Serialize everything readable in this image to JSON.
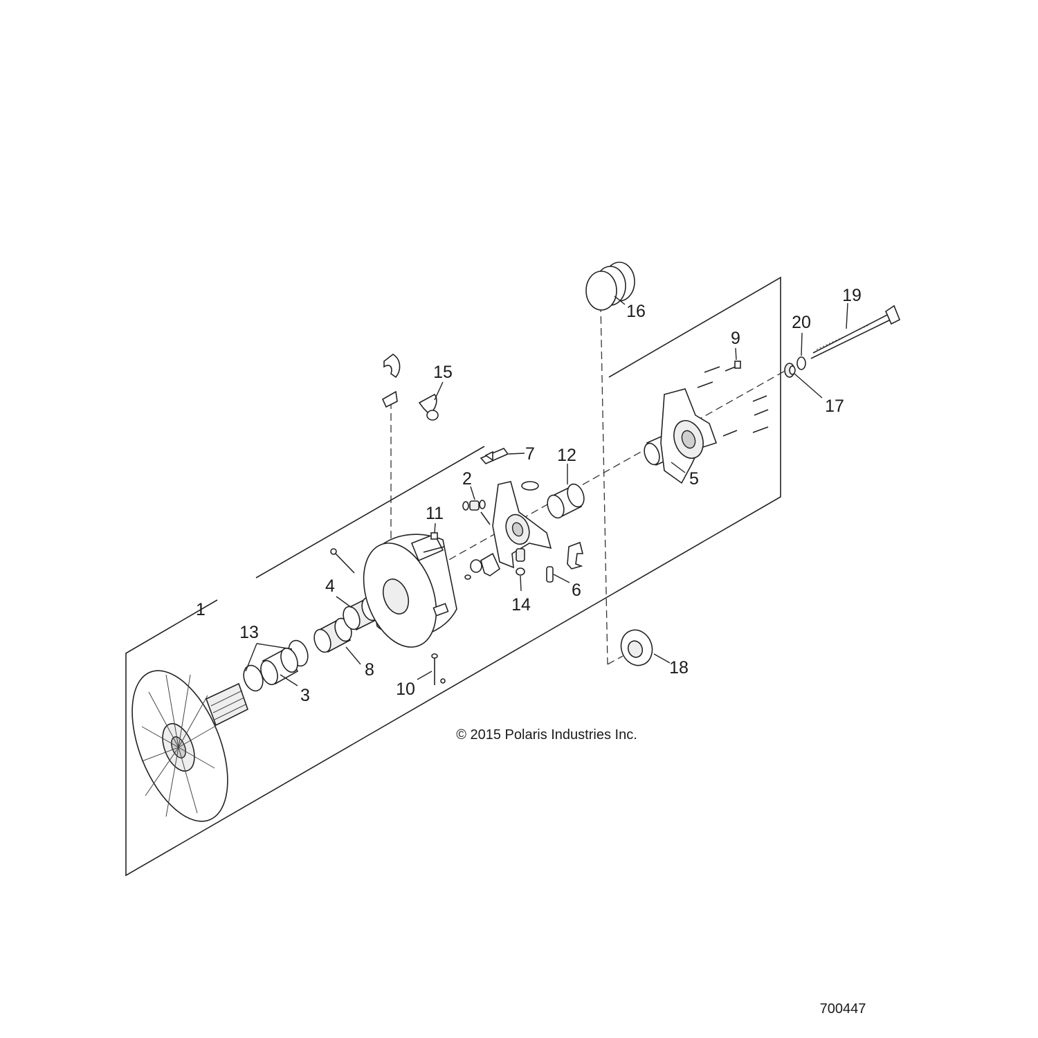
{
  "callouts": [
    {
      "id": "1",
      "label": "1"
    },
    {
      "id": "2",
      "label": "2"
    },
    {
      "id": "3",
      "label": "3"
    },
    {
      "id": "4",
      "label": "4"
    },
    {
      "id": "5",
      "label": "5"
    },
    {
      "id": "6",
      "label": "6"
    },
    {
      "id": "7",
      "label": "7"
    },
    {
      "id": "8",
      "label": "8"
    },
    {
      "id": "9",
      "label": "9"
    },
    {
      "id": "10",
      "label": "10"
    },
    {
      "id": "11",
      "label": "11"
    },
    {
      "id": "12",
      "label": "12"
    },
    {
      "id": "13",
      "label": "13"
    },
    {
      "id": "14",
      "label": "14"
    },
    {
      "id": "15",
      "label": "15"
    },
    {
      "id": "16",
      "label": "16"
    },
    {
      "id": "17",
      "label": "17"
    },
    {
      "id": "18",
      "label": "18"
    },
    {
      "id": "19",
      "label": "19"
    },
    {
      "id": "20",
      "label": "20"
    }
  ],
  "copyright": "© 2015 Polaris Industries Inc.",
  "document_number": "700447"
}
